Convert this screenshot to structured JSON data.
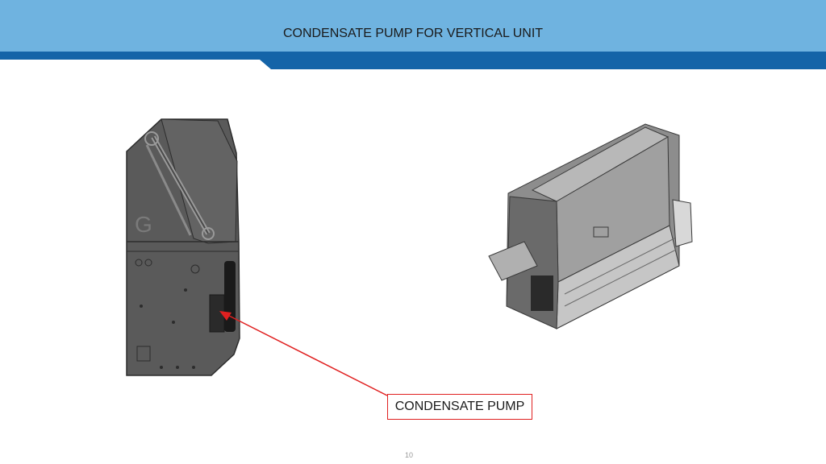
{
  "header": {
    "title": "CONDENSATE PUMP FOR VERTICAL UNIT"
  },
  "callout": {
    "label": "CONDENSATE PUMP"
  },
  "footer": {
    "page_number": "10"
  },
  "colors": {
    "header_light": "#6fb3e0",
    "header_band": "#1464a8",
    "callout_red": "#e02020",
    "unit_gray": "#5a5a5a"
  }
}
